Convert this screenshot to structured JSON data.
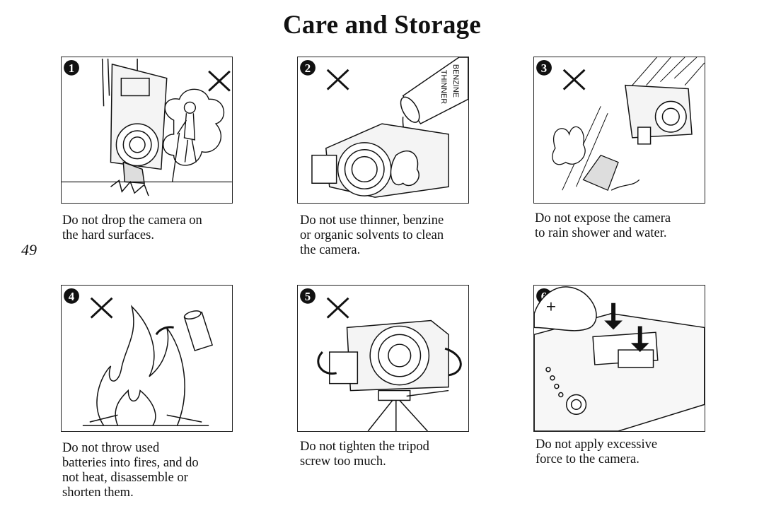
{
  "page": {
    "title": "Care and Storage",
    "page_number": "49"
  },
  "items": [
    {
      "number": "1",
      "forbidden": true,
      "caption": "Do not drop the camera on\nthe hard surfaces."
    },
    {
      "number": "2",
      "forbidden": true,
      "bottle_label_1": "THINNER",
      "bottle_label_2": "BENZINE",
      "caption": "Do not use thinner, benzine\nor organic solvents to clean\nthe camera."
    },
    {
      "number": "3",
      "forbidden": true,
      "caption": "Do not expose the camera\nto rain shower and water."
    },
    {
      "number": "4",
      "forbidden": true,
      "caption": "Do not throw used\nbatteries into fires, and do\nnot heat, disassemble or\nshorten them."
    },
    {
      "number": "5",
      "forbidden": true,
      "caption": "Do not tighten the tripod\nscrew too much."
    },
    {
      "number": "6",
      "forbidden": false,
      "caption": "Do not apply excessive\nforce to the camera."
    }
  ]
}
